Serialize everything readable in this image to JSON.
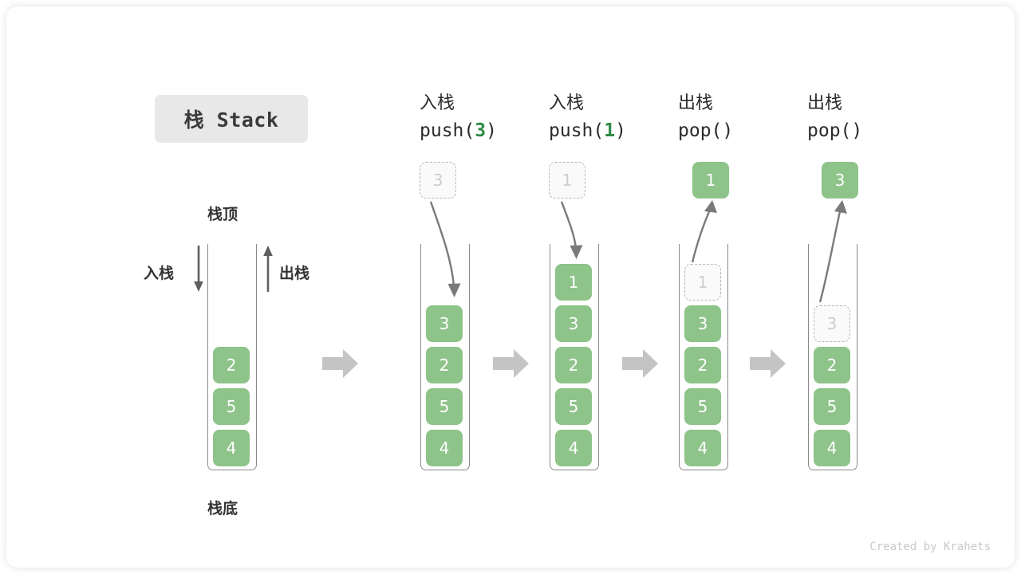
{
  "title": {
    "badge": "栈 Stack"
  },
  "legend": {
    "top_label": "栈顶",
    "bottom_label": "栈底",
    "push_label": "入栈",
    "pop_label": "出栈"
  },
  "colors": {
    "element": "#8ec38a",
    "element_text": "#ffffff",
    "ghost_border": "#b6b6b6",
    "ghost_text": "#cdcdcd",
    "tube_border": "#8a8a8a",
    "arrow": "#7a7a7a",
    "block_arrow": "#c4c4c4",
    "code_arg": "#2e8b45",
    "badge_bg": "#e8e8e8",
    "credit": "#c9c9c9"
  },
  "initial_stack": {
    "name": "initial",
    "items": [
      "2",
      "5",
      "4"
    ],
    "ghost_top": null,
    "floating": null
  },
  "steps": [
    {
      "op_cjk": "入栈",
      "op_code_prefix": "push(",
      "op_code_arg": "3",
      "op_code_suffix": ")",
      "floating": {
        "value": "3",
        "style": "ghost"
      },
      "arrow_direction": "down",
      "items": [
        "3",
        "2",
        "5",
        "4"
      ],
      "ghost_top": null
    },
    {
      "op_cjk": "入栈",
      "op_code_prefix": "push(",
      "op_code_arg": "1",
      "op_code_suffix": ")",
      "floating": {
        "value": "1",
        "style": "ghost"
      },
      "arrow_direction": "down",
      "items": [
        "1",
        "3",
        "2",
        "5",
        "4"
      ],
      "ghost_top": null
    },
    {
      "op_cjk": "出栈",
      "op_code_prefix": "pop(",
      "op_code_arg": "",
      "op_code_suffix": ")",
      "floating": {
        "value": "1",
        "style": "solid"
      },
      "arrow_direction": "up",
      "items": [
        "3",
        "2",
        "5",
        "4"
      ],
      "ghost_top": "1"
    },
    {
      "op_cjk": "出栈",
      "op_code_prefix": "pop(",
      "op_code_arg": "",
      "op_code_suffix": ")",
      "floating": {
        "value": "3",
        "style": "solid"
      },
      "arrow_direction": "up",
      "items": [
        "2",
        "5",
        "4"
      ],
      "ghost_top": "3"
    }
  ],
  "credit": "Created by Krahets"
}
